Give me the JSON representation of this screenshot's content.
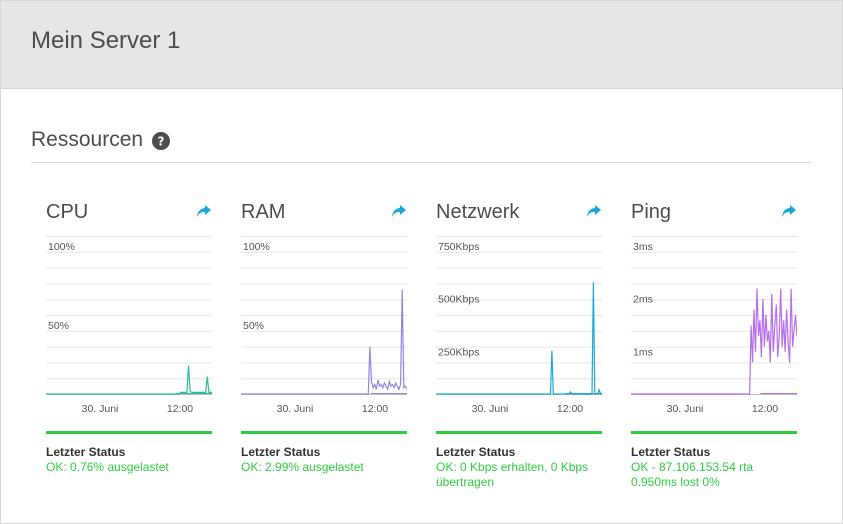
{
  "server": {
    "title": "Mein Server 1"
  },
  "resources": {
    "title": "Ressourcen",
    "help_icon": "question-circle-icon"
  },
  "colors": {
    "status_ok": "#2ecc40",
    "share_icon": "#1ca7d8"
  },
  "cards": [
    {
      "title": "CPU",
      "share_icon": "share-arrow-icon",
      "status_label": "Letzter Status",
      "status_value": "OK: 0.76% ausgelastet",
      "chart_data": {
        "type": "line",
        "color": "#2bbf9a",
        "y_ticks": [
          "100%",
          "50%"
        ],
        "x_ticks": [
          "30. Juni",
          "12:00"
        ],
        "ylim": [
          0,
          100
        ],
        "values": [
          0,
          0,
          0,
          0,
          0,
          0,
          0,
          0,
          0,
          0,
          0,
          0,
          0,
          0,
          0,
          0,
          0,
          0,
          0,
          0,
          0,
          0,
          0,
          0,
          0,
          0,
          0,
          0,
          0,
          0,
          0,
          0,
          0,
          0,
          0,
          0,
          0,
          0,
          0,
          0,
          0,
          0,
          0,
          0,
          0,
          0,
          0,
          0,
          0,
          0,
          0,
          0,
          0,
          0,
          0,
          0,
          0,
          0,
          0,
          0,
          0,
          0,
          0,
          0,
          0,
          0,
          0,
          0,
          0,
          0,
          0,
          0,
          0,
          0,
          0,
          0,
          0,
          0,
          0,
          0,
          0,
          0,
          0,
          0,
          0,
          0,
          1,
          1,
          1,
          1,
          1,
          18,
          2,
          1,
          1,
          1,
          1,
          1,
          1,
          1,
          1,
          1,
          1,
          11,
          1,
          1,
          1
        ]
      }
    },
    {
      "title": "RAM",
      "share_icon": "share-arrow-icon",
      "status_label": "Letzter Status",
      "status_value": "OK: 2.99% ausgelastet",
      "chart_data": {
        "type": "line",
        "color": "#8f87e0",
        "y_ticks": [
          "100%",
          "50%"
        ],
        "x_ticks": [
          "30. Juni",
          "12:00"
        ],
        "ylim": [
          0,
          100
        ],
        "values": [
          0,
          0,
          0,
          0,
          0,
          0,
          0,
          0,
          0,
          0,
          0,
          0,
          0,
          0,
          0,
          0,
          0,
          0,
          0,
          0,
          0,
          0,
          0,
          0,
          0,
          0,
          0,
          0,
          0,
          0,
          0,
          0,
          0,
          0,
          0,
          0,
          0,
          0,
          0,
          0,
          0,
          0,
          0,
          0,
          0,
          0,
          0,
          0,
          0,
          0,
          0,
          0,
          0,
          0,
          0,
          0,
          0,
          0,
          0,
          0,
          0,
          0,
          0,
          0,
          0,
          0,
          0,
          0,
          0,
          0,
          0,
          0,
          0,
          0,
          0,
          0,
          0,
          0,
          0,
          0,
          30,
          8,
          4,
          6,
          3,
          9,
          5,
          6,
          4,
          7,
          5,
          3,
          8,
          5,
          6,
          4,
          7,
          5,
          3,
          6,
          66,
          4,
          5,
          3
        ]
      }
    },
    {
      "title": "Netzwerk",
      "share_icon": "share-arrow-icon",
      "status_label": "Letzter Status",
      "status_value": "OK: 0 Kbps erhalten, 0 Kbps übertragen",
      "chart_data": {
        "type": "line",
        "color": "#1ca7d8",
        "y_ticks": [
          "750Kbps",
          "500Kbps",
          "250Kbps"
        ],
        "x_ticks": [
          "30. Juni",
          "12:00"
        ],
        "ylim": [
          0,
          750
        ],
        "values": [
          0,
          0,
          0,
          0,
          0,
          0,
          0,
          0,
          0,
          0,
          0,
          0,
          0,
          0,
          0,
          0,
          0,
          0,
          0,
          0,
          0,
          0,
          0,
          0,
          0,
          0,
          0,
          0,
          0,
          0,
          0,
          0,
          0,
          0,
          0,
          0,
          0,
          0,
          0,
          0,
          0,
          0,
          0,
          0,
          0,
          0,
          0,
          0,
          0,
          0,
          0,
          0,
          0,
          0,
          0,
          0,
          0,
          0,
          0,
          0,
          0,
          0,
          0,
          0,
          0,
          0,
          0,
          0,
          0,
          0,
          0,
          0,
          0,
          0,
          0,
          0,
          0,
          0,
          0,
          0,
          0,
          205,
          0,
          0,
          0,
          0,
          0,
          0,
          0,
          0,
          0,
          0,
          0,
          0,
          10,
          0,
          0,
          0,
          0,
          0,
          0,
          0,
          0,
          0,
          0,
          0,
          0,
          0,
          0,
          0,
          530,
          0,
          0,
          0,
          20,
          0,
          0
        ]
      }
    },
    {
      "title": "Ping",
      "share_icon": "share-arrow-icon",
      "status_label": "Letzter Status",
      "status_value": "OK - 87.106.153.54 rta 0.950ms lost 0%",
      "chart_data": {
        "type": "line",
        "color": "#b56ff0",
        "y_ticks": [
          "3ms",
          "2ms",
          "1ms"
        ],
        "x_ticks": [
          "30. Juni",
          "12:00"
        ],
        "ylim": [
          0,
          3
        ],
        "values": [
          0,
          0,
          0,
          0,
          0,
          0,
          0,
          0,
          0,
          0,
          0,
          0,
          0,
          0,
          0,
          0,
          0,
          0,
          0,
          0,
          0,
          0,
          0,
          0,
          0,
          0,
          0,
          0,
          0,
          0,
          0,
          0,
          0,
          0,
          0,
          0,
          0,
          0,
          0,
          0,
          0,
          0,
          0,
          0,
          0,
          0,
          0,
          0,
          0,
          0,
          0,
          0,
          0,
          0,
          0,
          0,
          0,
          0,
          0,
          0,
          0,
          0,
          0,
          0,
          0,
          0,
          0,
          0,
          0,
          0,
          0,
          0,
          0,
          0,
          0,
          0,
          0,
          0,
          0,
          0,
          0,
          1.3,
          0.6,
          1.6,
          0.8,
          2.0,
          1.1,
          1.4,
          0.7,
          1.8,
          0.9,
          1.5,
          1.0,
          1.2,
          0.6,
          1.9,
          0.8,
          1.3,
          1.7,
          0.7,
          1.1,
          2.0,
          0.9,
          1.4,
          0.8,
          1.6,
          1.0,
          0.6,
          2.0,
          0.9,
          1.2,
          1.5,
          1.1
        ]
      }
    }
  ]
}
